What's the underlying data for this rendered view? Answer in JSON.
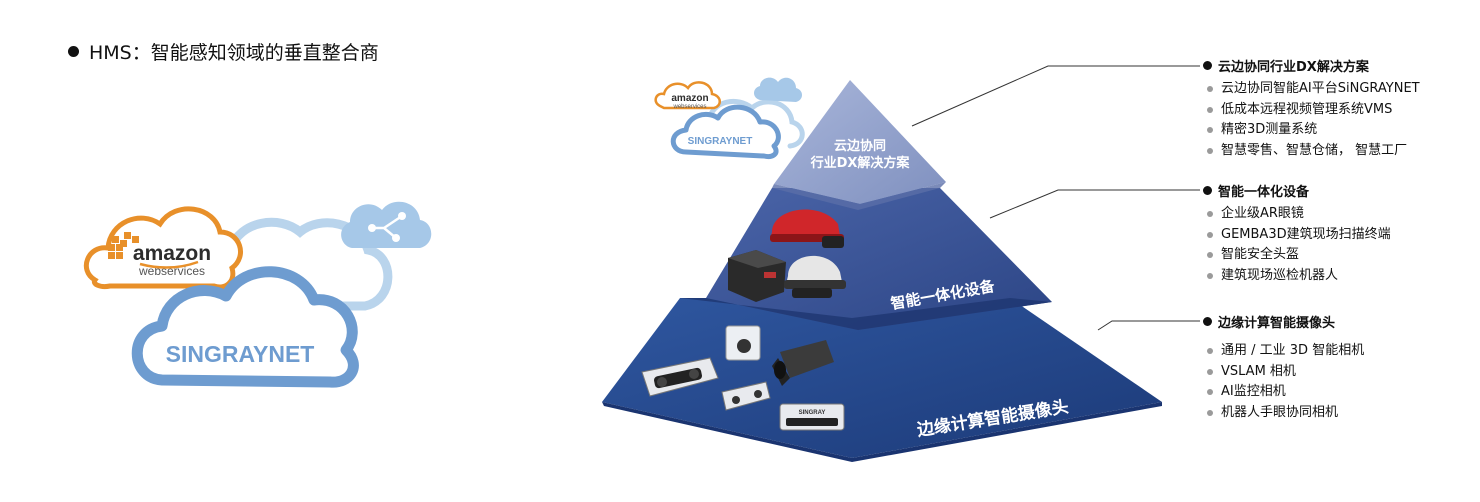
{
  "heading": "HMS：智能感知领域的垂直整合商",
  "logos": {
    "aws_large": {
      "line1": "amazon",
      "line2": "webservices"
    },
    "singraynet_large": "SINGRAYNET",
    "aws_small": {
      "line1": "amazon",
      "line2": "webservices"
    },
    "singraynet_small": "SINGRAYNET"
  },
  "pyramid": {
    "top_label_line1": "云边协同",
    "top_label_line2": "行业DX解决方案",
    "middle_label": "智能一体化设备",
    "bottom_label": "边缘计算智能摄像头",
    "device_brand": "SINGRAY"
  },
  "sections": [
    {
      "title": "云边协同行业DX解决方案",
      "items": [
        "云边协同智能AI平台SiNGRAYNET",
        "低成本远程视频管理系统VMS",
        "精密3D测量系统",
        "智慧零售、智慧仓储， 智慧工厂"
      ]
    },
    {
      "title": "智能一体化设备",
      "items": [
        "企业级AR眼镜",
        "GEMBA3D建筑现场扫描终端",
        "智能安全头盔",
        "建筑现场巡检机器人"
      ]
    },
    {
      "title": "边缘计算智能摄像头",
      "items": [
        "通用 / 工业 3D 智能相机",
        "VSLAM 相机",
        "AI监控相机",
        "机器人手眼协同相机"
      ]
    }
  ],
  "colors": {
    "tier_top": "#8f9fc8",
    "tier_middle": "#3c5597",
    "tier_bottom": "#264a90",
    "cloud_stroke": "#6e9cd0",
    "aws_orange": "#e8902a"
  }
}
